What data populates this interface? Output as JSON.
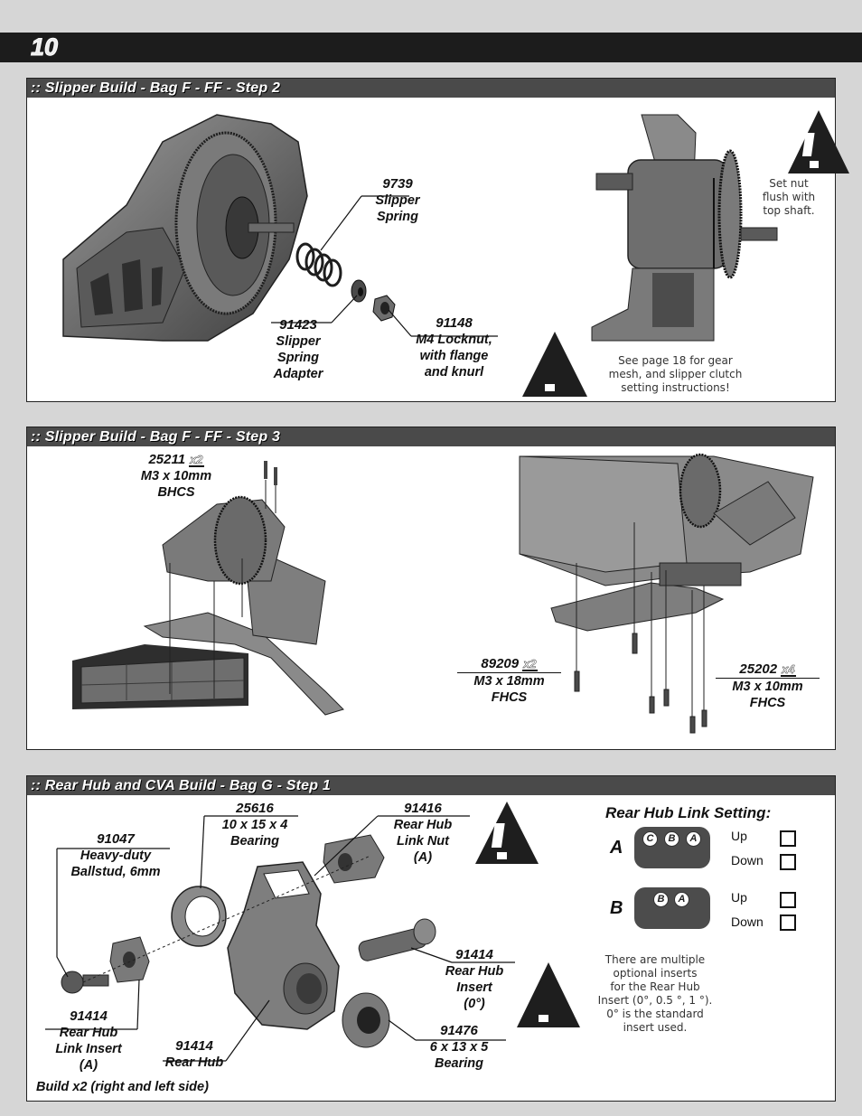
{
  "page": {
    "number": "10"
  },
  "step2": {
    "title": ":: Slipper Build - Bag F - FF - Step 2",
    "parts": [
      {
        "part_no": "9739",
        "lines": [
          "Slipper",
          "Spring"
        ]
      },
      {
        "part_no": "91423",
        "lines": [
          "Slipper",
          "Spring",
          "Adapter"
        ]
      },
      {
        "part_no": "91148",
        "lines": [
          "M4 Locknut,",
          "with flange",
          "and knurl"
        ]
      }
    ],
    "note_top": [
      "Set nut",
      "flush with",
      "top shaft."
    ],
    "note_bottom": [
      "See page 18 for gear",
      "mesh, and slipper clutch",
      "setting instructions!"
    ]
  },
  "step3": {
    "title": ":: Slipper Build - Bag F - FF - Step 3",
    "parts": [
      {
        "part_no": "25211",
        "qty": "x2",
        "lines": [
          "M3 x 10mm",
          "BHCS"
        ]
      },
      {
        "part_no": "89209",
        "qty": "x2",
        "lines": [
          "M3 x 18mm",
          "FHCS"
        ]
      },
      {
        "part_no": "25202",
        "qty": "x4",
        "lines": [
          "M3 x 10mm",
          "FHCS"
        ]
      }
    ]
  },
  "step4": {
    "title": ":: Rear Hub and CVA Build - Bag G - Step 1",
    "parts": [
      {
        "part_no": "25616",
        "lines": [
          "10 x 15 x 4",
          "Bearing"
        ]
      },
      {
        "part_no": "91416",
        "lines": [
          "Rear Hub",
          "Link Nut",
          "(A)"
        ]
      },
      {
        "part_no": "91047",
        "lines": [
          "Heavy-duty",
          "Ballstud, 6mm"
        ]
      },
      {
        "part_no": "91414",
        "lines": [
          "Rear Hub",
          "Insert",
          "(0°)"
        ]
      },
      {
        "part_no": "91414",
        "lines": [
          "Rear Hub",
          "Link Insert",
          "(A)"
        ]
      },
      {
        "part_no": "91414",
        "lines": [
          "Rear Hub"
        ]
      },
      {
        "part_no": "91476",
        "lines": [
          "6 x 13 x 5",
          "Bearing"
        ]
      }
    ],
    "build_note": "Build x2 (right and left side)",
    "link_setting": {
      "title": "Rear Hub Link Setting:",
      "row_a": {
        "letter": "A",
        "positions": [
          "C",
          "B",
          "A"
        ]
      },
      "row_b": {
        "letter": "B",
        "positions": [
          "B",
          "A"
        ]
      },
      "up_label": "Up",
      "down_label": "Down"
    },
    "note": [
      "There are multiple",
      "optional inserts",
      "for the Rear Hub",
      "Insert (0°, 0.5 °, 1 °).",
      "0° is the standard",
      "insert used."
    ]
  },
  "colors": {
    "header": "#1c1c1c",
    "section_bar": "#4a4a4a",
    "part_gray": "#6e6e6e"
  }
}
